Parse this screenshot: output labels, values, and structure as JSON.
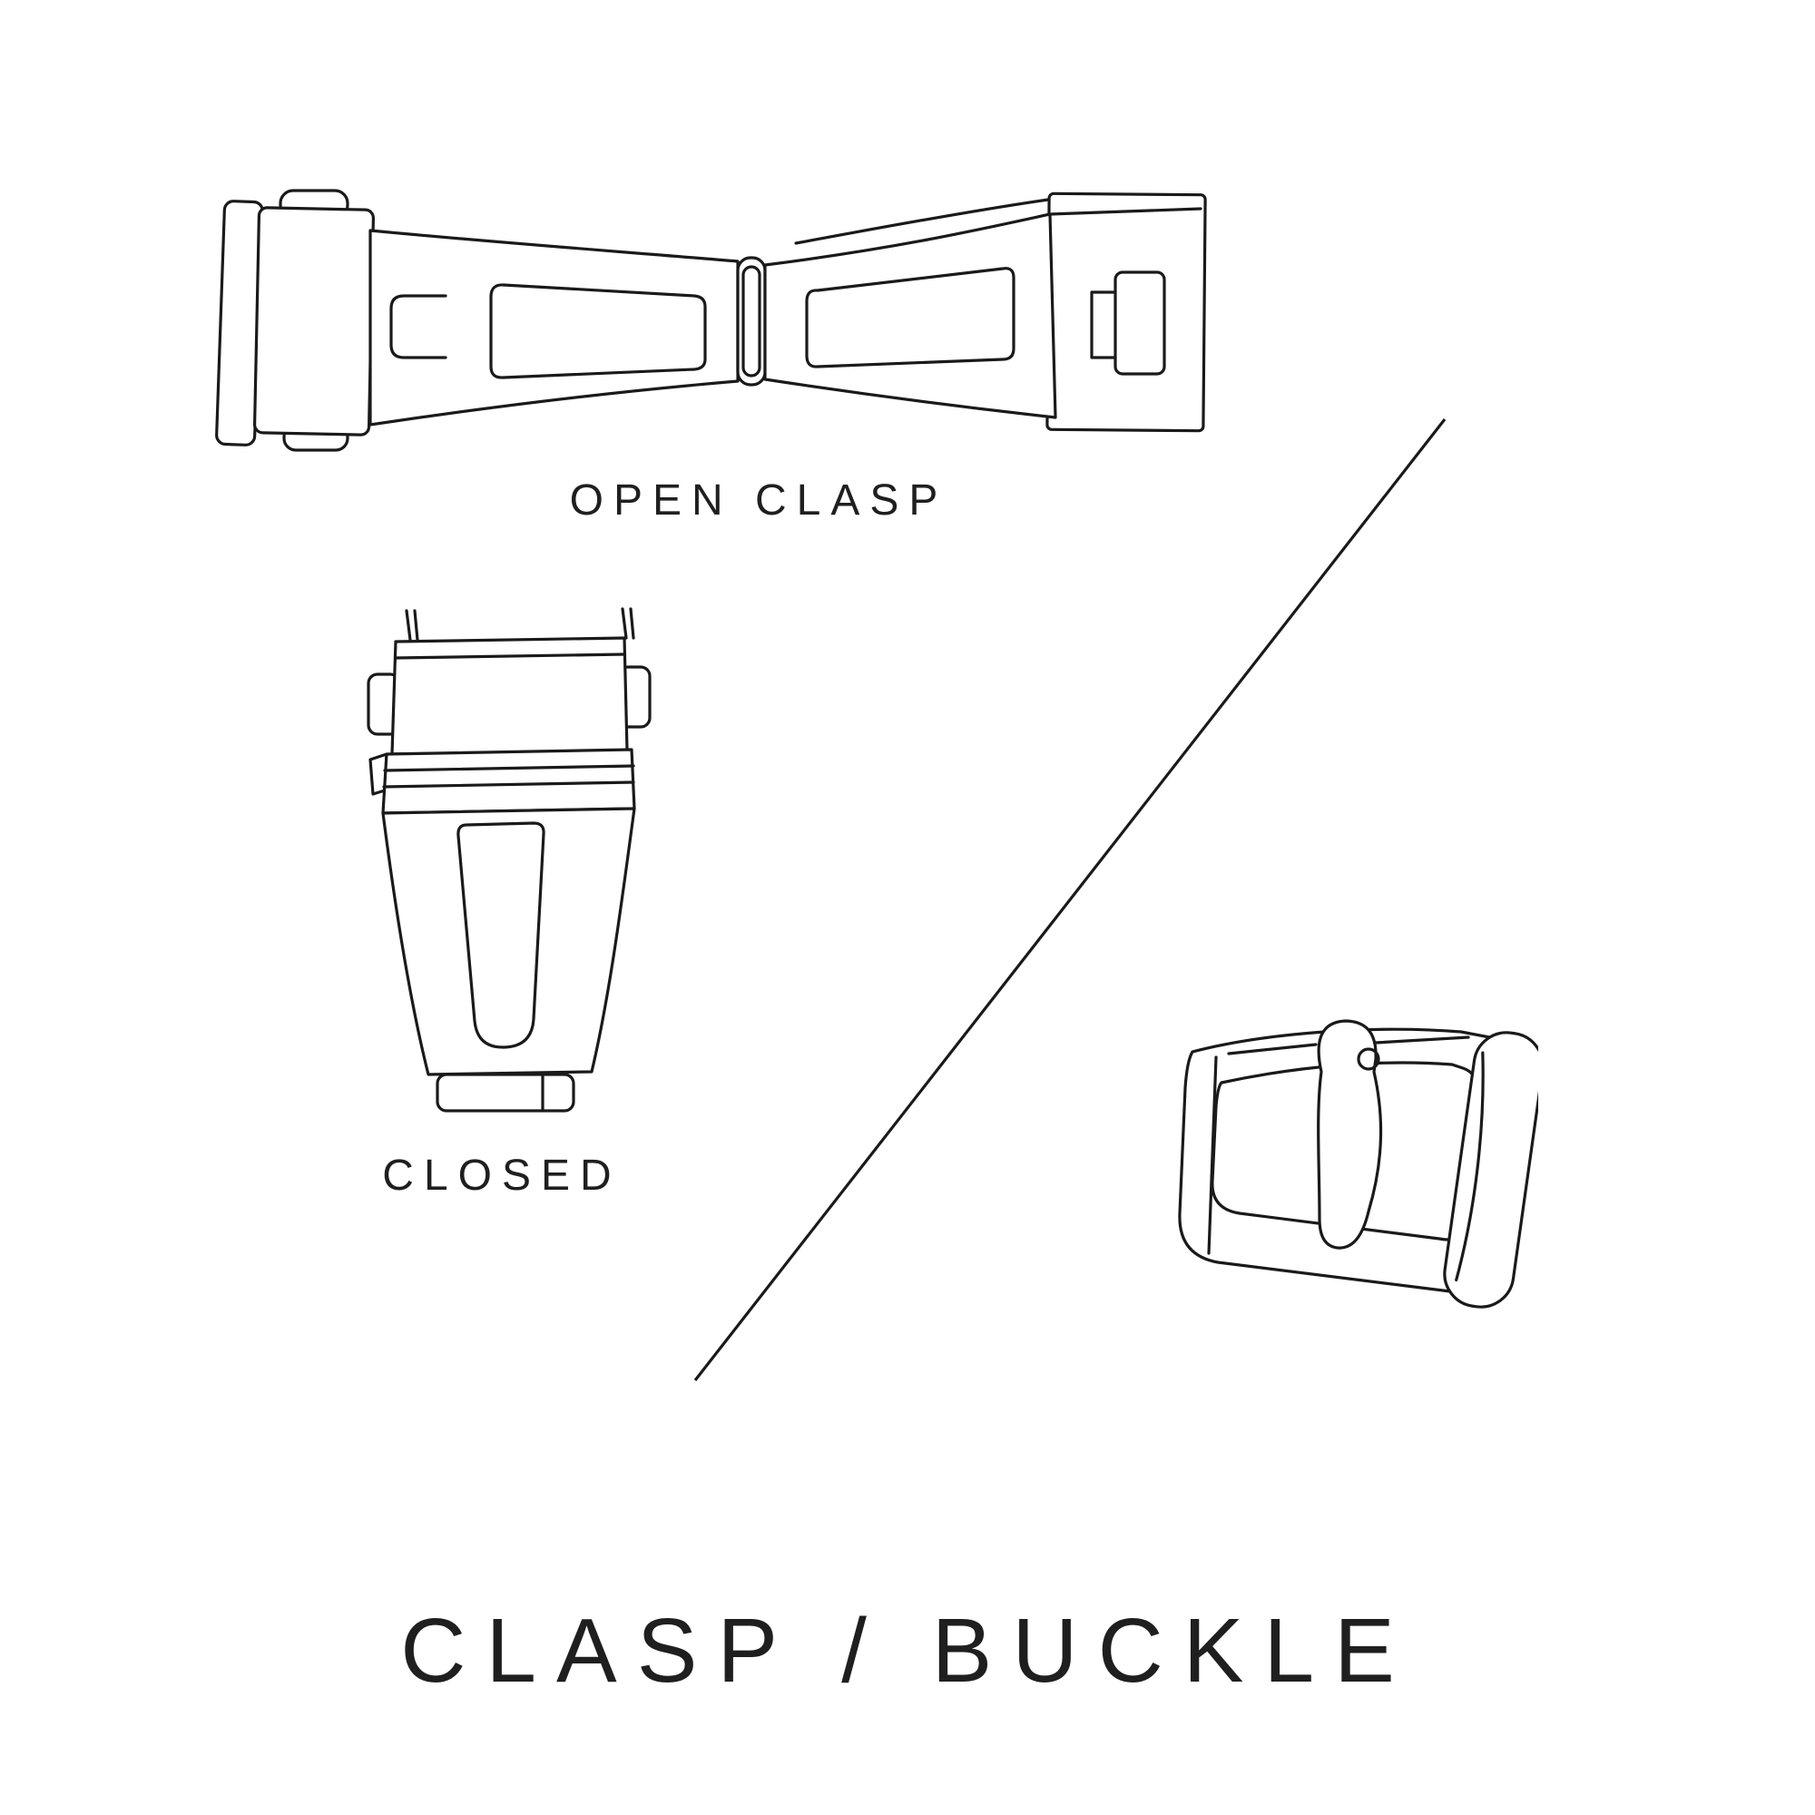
{
  "title": "CLASP / BUCKLE",
  "labels": {
    "open_clasp": "OPEN CLASP",
    "closed": "CLOSED"
  },
  "illustrations": {
    "open_clasp": "open-clasp-line-drawing",
    "closed_clasp": "closed-clasp-line-drawing",
    "buckle": "tang-buckle-line-drawing",
    "divider": "diagonal-divider-line"
  },
  "colors": {
    "background": "#ffffff",
    "line": "#1a1a1a",
    "text": "#1f1f1f"
  }
}
